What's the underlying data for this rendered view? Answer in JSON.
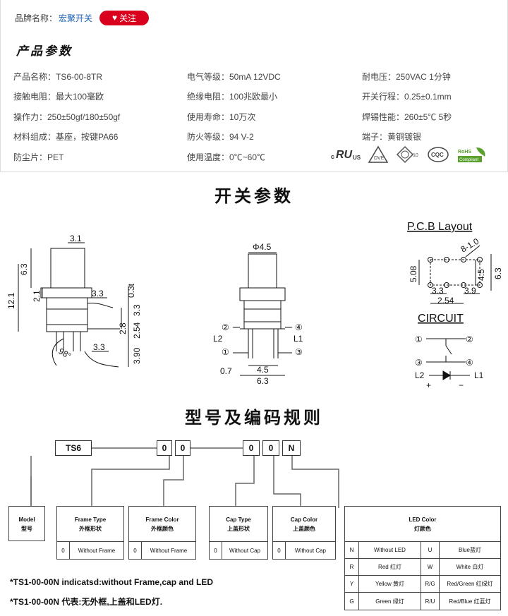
{
  "brand": {
    "label": "品牌名称：",
    "name": "宏聚开关",
    "follow": "关注"
  },
  "section_title": "产品参数",
  "params": [
    [
      "产品名称：TS6-00-8TR",
      "电气等级：50mA  12VDC",
      "耐电压：250VAC  1分钟"
    ],
    [
      "接触电阻：最大100毫欧",
      "绝缘电阻：100兆欧最小",
      "开关行程：0.25±0.1mm"
    ],
    [
      "操作力：250±50gf/180±50gf",
      "使用寿命：10万次",
      "焊锡性能：260±5℃  5秒"
    ],
    [
      "材料组成：基座，按键PA66",
      "防火等级：94 V-2",
      "端子：黄铜镀银"
    ],
    [
      "防尘片：PET",
      "使用温度：0℃~60℃",
      ""
    ]
  ],
  "certs": [
    "cURus",
    "VDE",
    "TÜV",
    "CQC",
    "RoHS Compliant"
  ],
  "heading_switch": "开关参数",
  "heading_coding": "型号及编码规则",
  "side_view": {
    "dims": [
      "3.1",
      "6.3",
      "12.1",
      "2.1",
      "3.3",
      "0.3t",
      "3.3",
      "2.8",
      "2.54",
      "3.90",
      "3.3",
      "98°"
    ]
  },
  "front_view": {
    "dims": [
      "Φ4.5",
      "L2",
      "L1",
      "0.7",
      "4.5",
      "6.3"
    ],
    "pins": [
      "②",
      "④",
      "①",
      "③"
    ]
  },
  "pcb": {
    "title": "P.C.B Layout",
    "dims": [
      "8-1.0",
      "5.08",
      "4.5",
      "6.3",
      "3.3",
      "3.9",
      "2.54"
    ]
  },
  "circuit": {
    "title": "CIRCUIT",
    "pins": [
      "①",
      "②",
      "③",
      "④"
    ],
    "labels": [
      "L2",
      "L1",
      "+",
      "−"
    ]
  },
  "code_parts": [
    "TS6",
    "0",
    "0",
    "0",
    "0",
    "N"
  ],
  "options": {
    "model": {
      "en": "Model",
      "zh": "型号"
    },
    "frame_type": {
      "en": "Frame Type",
      "zh": "外框形状",
      "rows": [
        [
          "0",
          "Without Frame"
        ]
      ]
    },
    "frame_color": {
      "en": "Frame Color",
      "zh": "外框颜色",
      "rows": [
        [
          "0",
          "Without Frame"
        ]
      ]
    },
    "cap_type": {
      "en": "Cap Type",
      "zh": "上盖形状",
      "rows": [
        [
          "0",
          "Without Cap"
        ]
      ]
    },
    "cap_color": {
      "en": "Cap Color",
      "zh": "上盖颜色",
      "rows": [
        [
          "0",
          "Without Cap"
        ]
      ]
    },
    "led_color": {
      "en": "LED Color",
      "zh": "灯颜色",
      "rows": [
        [
          "N",
          "Without LED",
          "U",
          "Blue蓝灯"
        ],
        [
          "R",
          "Red 红灯",
          "W",
          "White 白灯"
        ],
        [
          "Y",
          "Yellow 黄灯",
          "R/G",
          "Red/Green 红绿灯"
        ],
        [
          "G",
          "Green 绿灯",
          "R/U",
          "Red/Blue 红蓝灯"
        ]
      ]
    }
  },
  "notes": [
    "*TS1-00-00N indicatsd:without Frame,cap and LED",
    "*TS1-00-00N 代表:无外框,上盖和LED灯."
  ],
  "colors": {
    "accent": "#d8001c",
    "link": "#1a5fb4"
  }
}
